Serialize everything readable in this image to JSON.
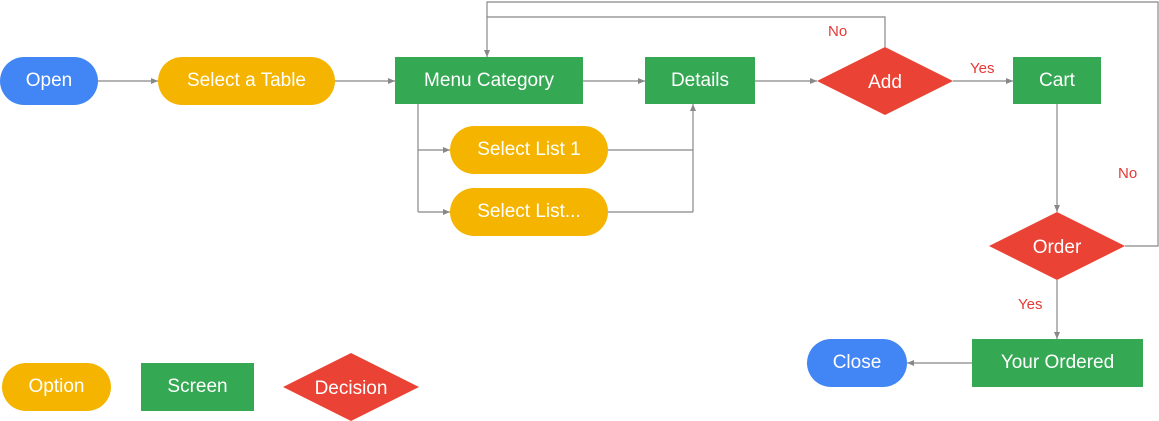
{
  "nodes": {
    "open": "Open",
    "select_table": "Select a Table",
    "menu_category": "Menu Category",
    "details": "Details",
    "add": "Add",
    "cart": "Cart",
    "select_list_1": "Select List 1",
    "select_list_more": "Select List...",
    "order": "Order",
    "your_ordered": "Your Ordered",
    "close": "Close"
  },
  "edge_labels": {
    "add_no": "No",
    "add_yes": "Yes",
    "order_no": "No",
    "order_yes": "Yes"
  },
  "legend": {
    "option": "Option",
    "screen": "Screen",
    "decision": "Decision"
  },
  "colors": {
    "terminal": "#4285f4",
    "option": "#f4b400",
    "screen": "#34a853",
    "decision": "#ea4335",
    "line": "#888888",
    "label": "#e53935"
  }
}
